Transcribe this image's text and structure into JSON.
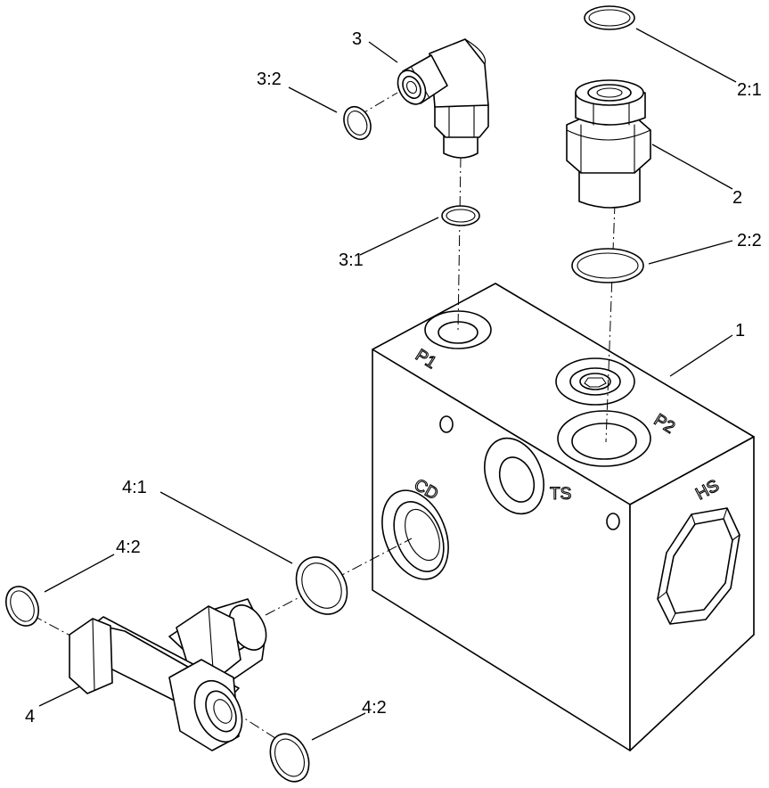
{
  "callouts": {
    "c3": "3",
    "c3_2": "3:2",
    "c3_1": "3:1",
    "c2_1": "2:1",
    "c2": "2",
    "c2_2": "2:2",
    "c1": "1",
    "c4_1": "4:1",
    "c4_2_top": "4:2",
    "c4": "4",
    "c4_2_bottom": "4:2"
  },
  "ports": {
    "p1": "P1",
    "p2": "P2",
    "cd": "CD",
    "ts": "TS",
    "hs": "HS"
  },
  "colors": {
    "line": "#000000",
    "background": "#ffffff"
  }
}
